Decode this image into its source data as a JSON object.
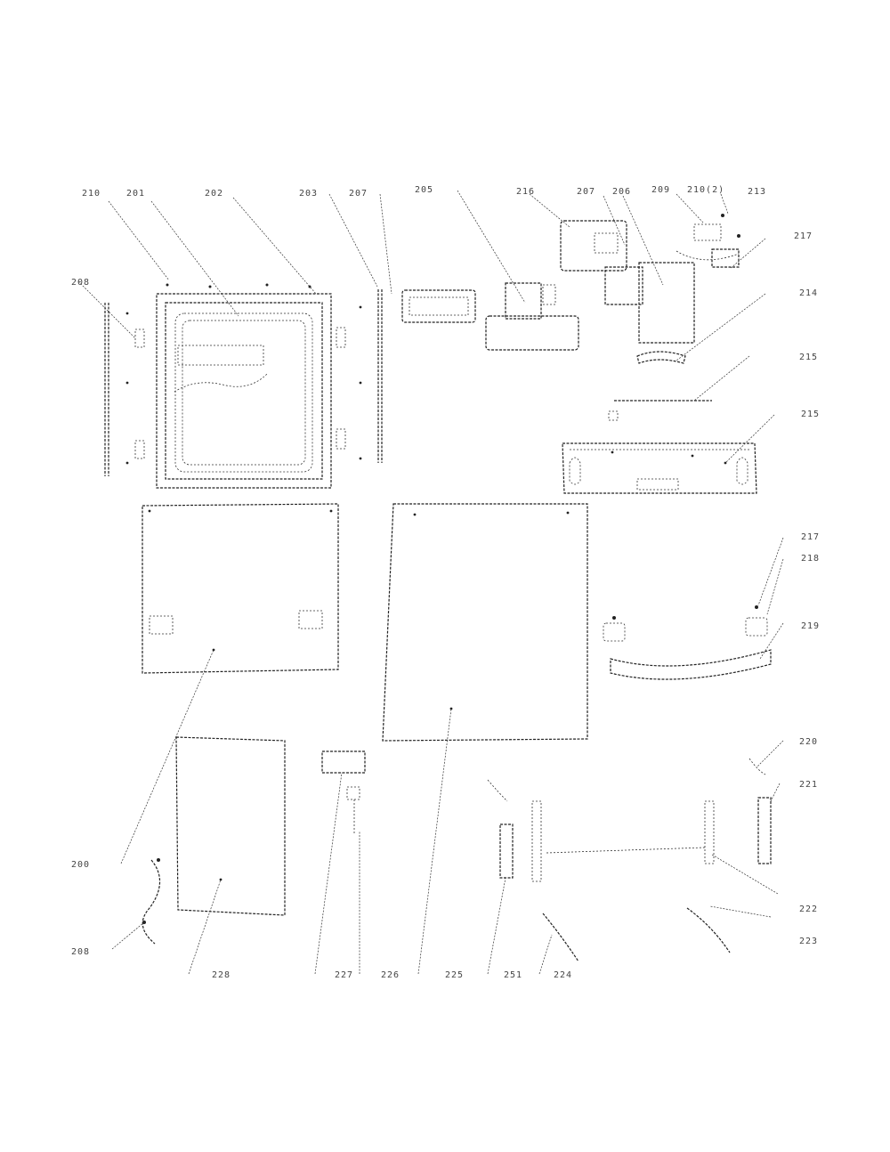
{
  "callouts": {
    "c210": "210",
    "c201": "201",
    "c202": "202",
    "c203": "203",
    "c207": "207",
    "c205": "205",
    "c216": "216",
    "c207b": "207",
    "c206": "206",
    "c209": "209",
    "c218top": "210(2)",
    "c213": "213",
    "c217": "217",
    "c214": "214",
    "c215": "215",
    "c215b": "215",
    "c217b": "217",
    "c218": "218",
    "c219": "219",
    "c220": "220",
    "c221": "221",
    "c222": "222",
    "c223": "223",
    "c200": "200",
    "c208": "208",
    "c228": "228",
    "c227": "227",
    "c226": "226",
    "c225": "225",
    "c251": "251",
    "c224": "224"
  }
}
